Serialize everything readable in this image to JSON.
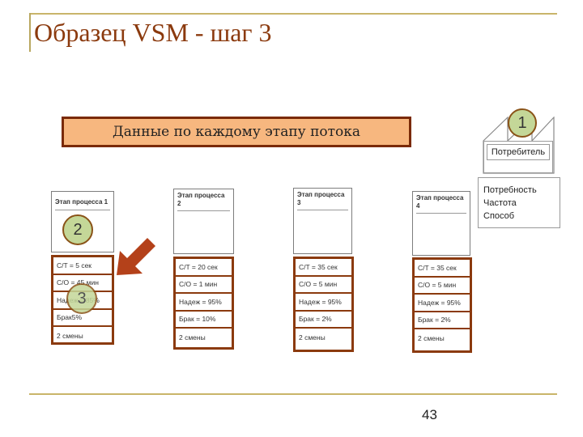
{
  "slide": {
    "title": "Образец VSM  - шаг 3",
    "page_number": "43"
  },
  "banner": {
    "text": "Данные по каждому этапу потока"
  },
  "customer": {
    "step_number": "1",
    "label": "Потребитель",
    "needs": [
      "Потребность",
      "Частота",
      "Способ"
    ]
  },
  "processes": [
    {
      "label": "Этап процесса 1",
      "data": [
        "C/T = 5 сек",
        "C/O = 45 мин",
        "Надеж = 85%",
        "Брак5%",
        "2 смены"
      ]
    },
    {
      "label": "Этап процесса 2",
      "data": [
        "C/T = 20 сек",
        "C/O = 1 мин",
        "Надеж = 95%",
        "Брак = 10%",
        "2 смены"
      ]
    },
    {
      "label": "Этап процесса 3",
      "data": [
        "C/T = 35 сек",
        "C/O = 5  мин",
        "Надеж = 95%",
        "Брак = 2%",
        "2 смены"
      ]
    },
    {
      "label": "Этап процесса 4",
      "data": [
        "C/T = 35 сек",
        "C/O = 5 мин",
        "Надеж = 95%",
        "Брак = 2%",
        "2 смены"
      ]
    }
  ],
  "step_markers": {
    "process_step": "2",
    "data_step": "3"
  },
  "colors": {
    "title": "#8b3a0e",
    "banner_fill": "#f7b77f",
    "box_border": "#8b3a0e",
    "circle_fill": "#c4d798",
    "arrow": "#b4411a",
    "rule": "#c9b56a"
  }
}
